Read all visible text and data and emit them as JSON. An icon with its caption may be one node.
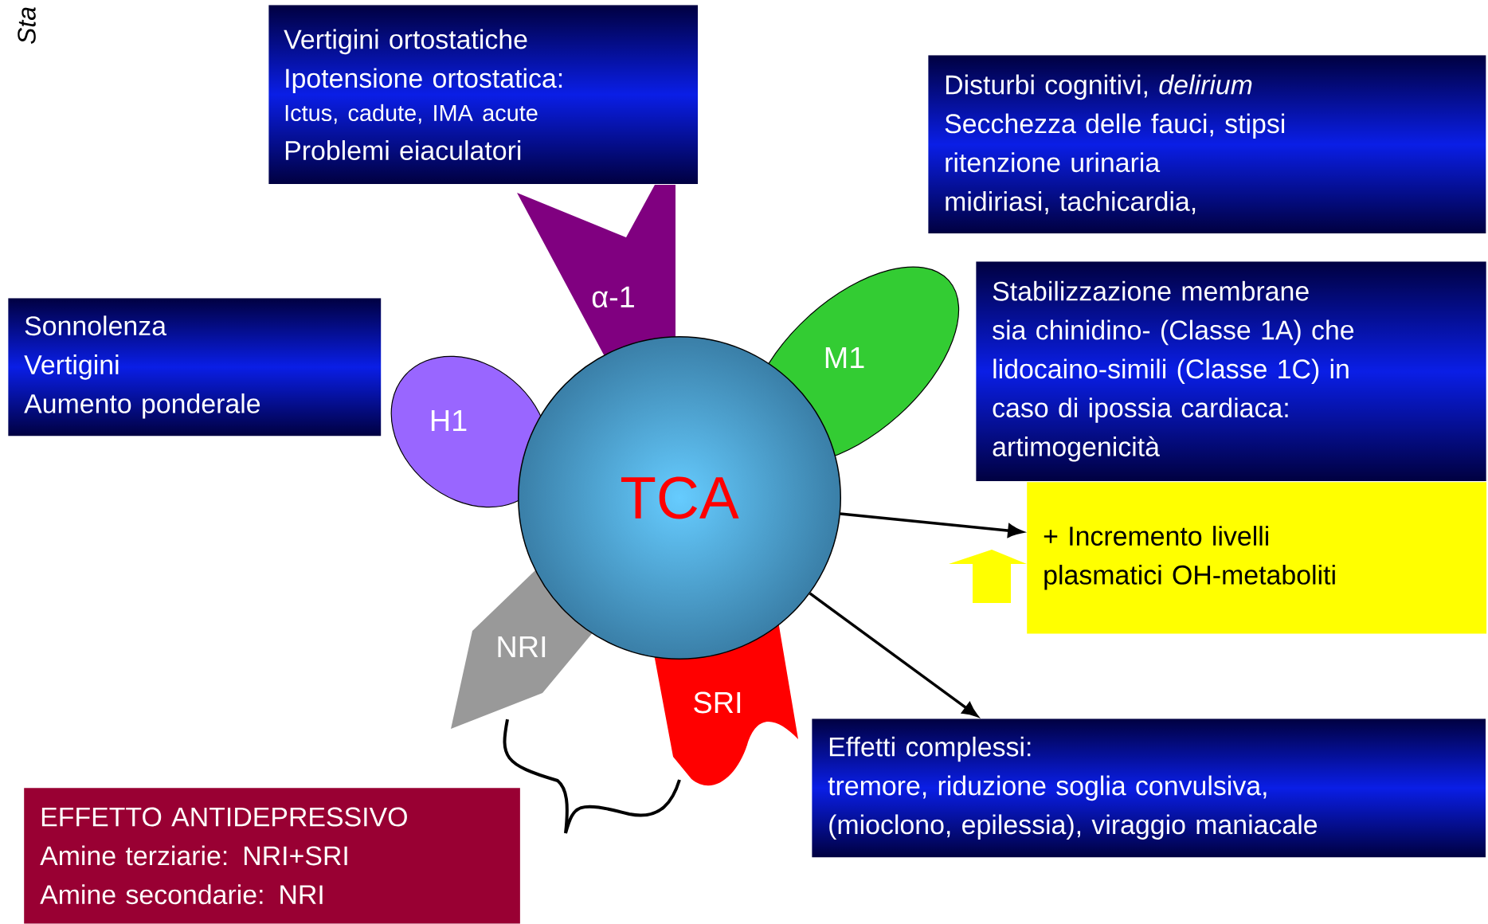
{
  "diagram": {
    "nodes": [
      {
        "text": [
          "Vertigini ortostatiche",
          "Ipotensione ortostatica:",
          "Ictus, cadute, IMA acute",
          "Problemi eiaculatori"
        ]
      },
      {
        "text": [
          "Disturbi cognitivi, *delirium*",
          "Secchezza delle fauci, stipsi",
          "ritenzione urinaria",
          "midiriasi, tachicardia,"
        ]
      },
      {
        "text": [
          "Sonnolenza",
          "Vertigini",
          "Aumento ponderale"
        ]
      },
      {
        "text": [
          "Stabilizzazione membrane",
          "sia chinidino- (Classe 1A) che",
          "lidocaino-simili (Classe 1C) in",
          "caso di ipossia cardiaca:",
          "artimogenicità"
        ]
      },
      {
        "text": [
          "+ Incremento livelli",
          "plasmatici OH-metaboliti"
        ]
      },
      {
        "text": [
          "Effetti complessi:",
          "tremore, riduzione soglia convulsiva,",
          "(mioclono, epilessia), viraggio maniacale"
        ]
      },
      {
        "text": [
          "EFFETTO ANTIDEPRESSIVO",
          "Amine terziarie: NRI+SRI",
          "Amine secondarie: NRI"
        ]
      },
      {
        "text": [
          "TCA"
        ]
      },
      {
        "text": [
          "H1"
        ]
      },
      {
        "text": [
          "M1"
        ]
      },
      {
        "text": [
          "α-1"
        ]
      },
      {
        "text": [
          "NRI"
        ]
      },
      {
        "text": [
          "SRI"
        ]
      }
    ],
    "edges": [
      {
        "from": 7,
        "to": 4,
        "arrow": "to"
      },
      {
        "from": 7,
        "to": 5,
        "arrow": "to"
      }
    ],
    "labels": [
      "Sta"
    ]
  }
}
